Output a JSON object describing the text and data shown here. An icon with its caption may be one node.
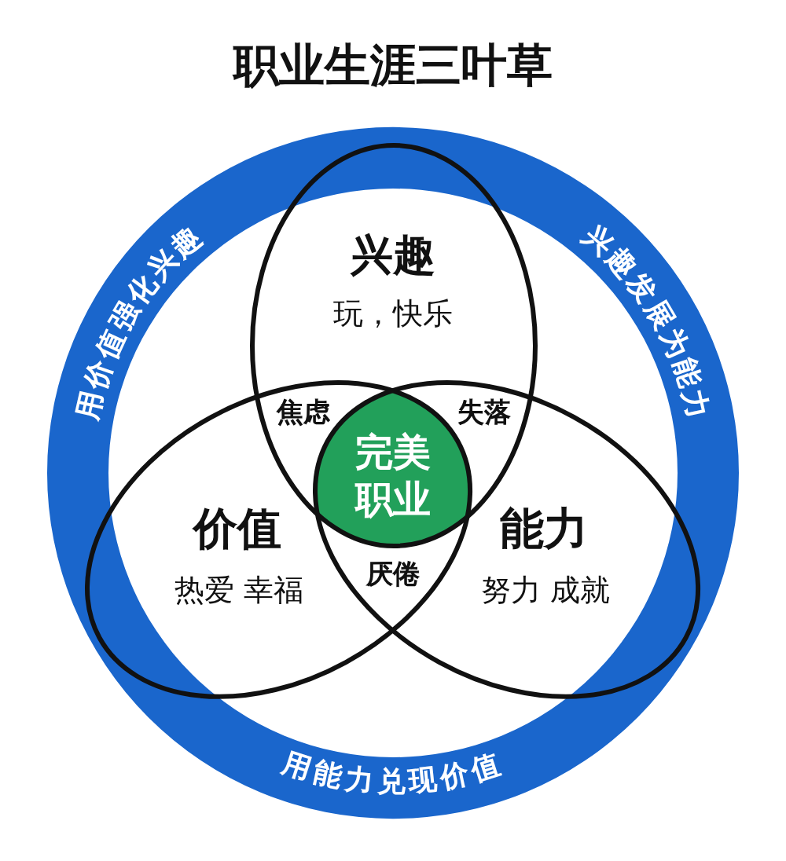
{
  "diagram": {
    "title": "职业生涯三叶草",
    "nodes": [
      {
        "text": [
          "用价值强化兴趣",
          "兴趣发展为能力",
          "用能力兑现价值"
        ]
      },
      {
        "text": [
          "兴趣",
          "玩，快乐"
        ],
        "in": 0
      },
      {
        "text": [
          "价值",
          "热爱 幸福"
        ],
        "in": 0
      },
      {
        "text": [
          "能力",
          "努力 成就"
        ],
        "in": 0
      },
      {
        "text": [
          "完美职业"
        ],
        "in": 0
      }
    ],
    "labels": [
      "焦虑",
      "失落",
      "厌倦"
    ]
  }
}
